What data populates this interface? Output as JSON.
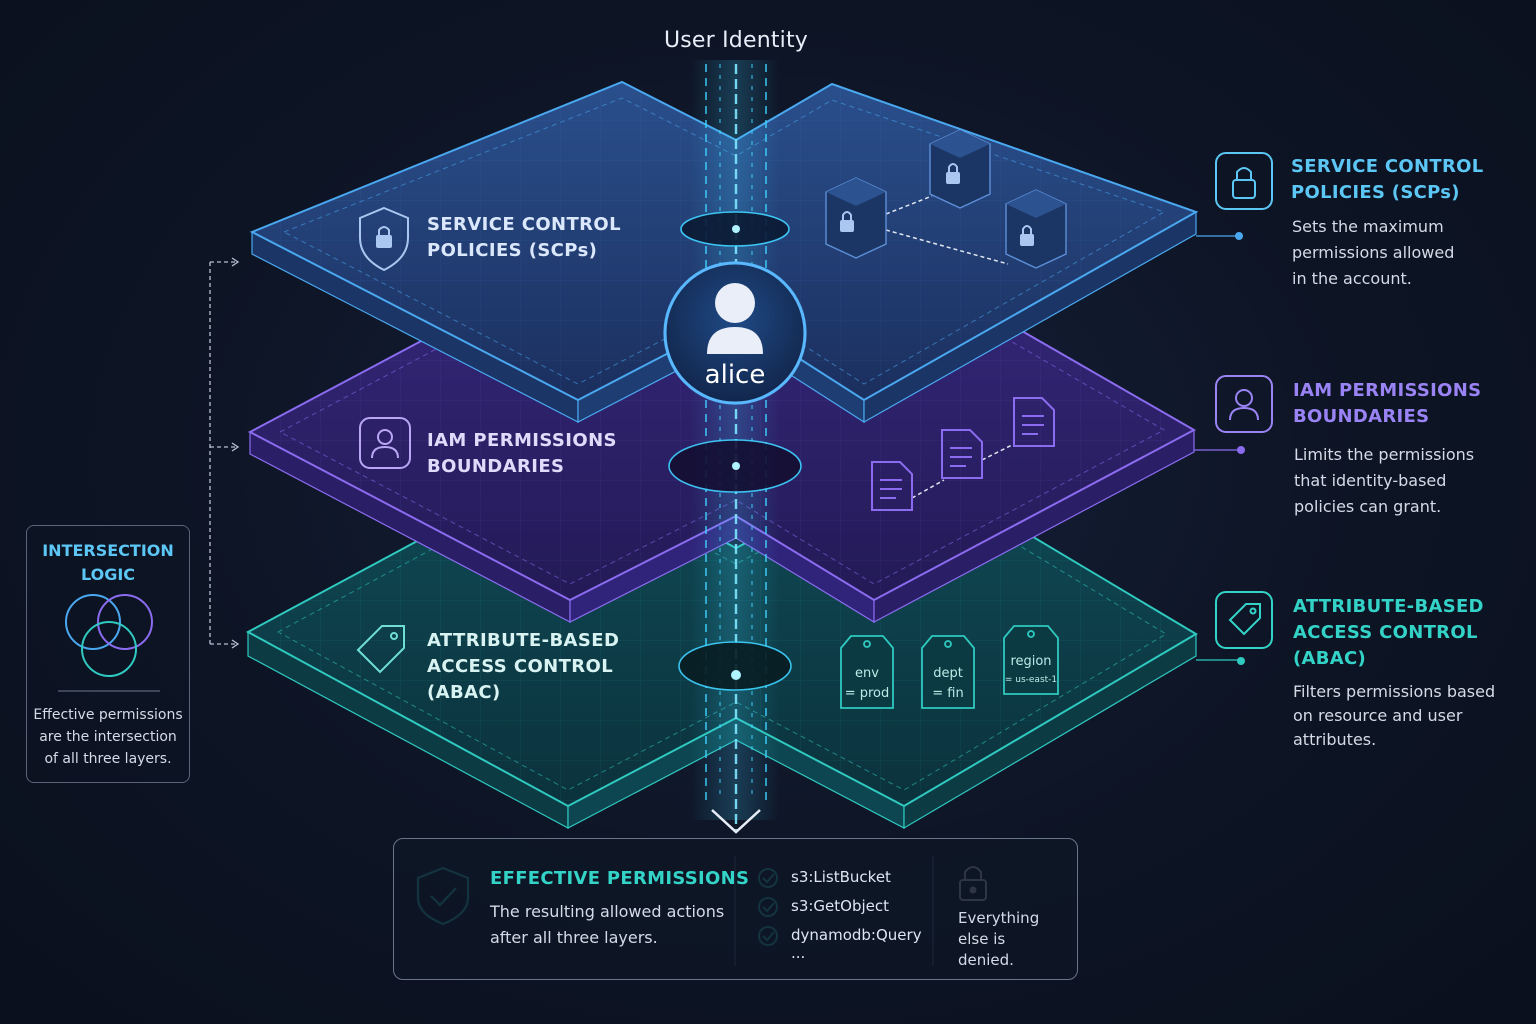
{
  "title": "User Identity",
  "user": {
    "name": "alice"
  },
  "layers": {
    "scp": {
      "label_lines": [
        "SERVICE CONTROL",
        "POLICIES (SCPs)"
      ]
    },
    "iam": {
      "label_lines": [
        "IAM PERMISSIONS",
        "BOUNDARIES"
      ]
    },
    "abac": {
      "label_lines": [
        "ATTRIBUTE-BASED",
        "ACCESS CONTROL",
        "(ABAC)"
      ]
    }
  },
  "abac_tags": [
    {
      "key": "env",
      "value": "= prod"
    },
    {
      "key": "dept",
      "value": "= fin"
    },
    {
      "key": "region",
      "value": "= us-east-1"
    }
  ],
  "side_panel": {
    "scp": {
      "title_lines": [
        "SERVICE CONTROL",
        "POLICIES (SCPs)"
      ],
      "desc_lines": [
        "Sets the maximum",
        "permissions allowed",
        "in the account."
      ]
    },
    "iam": {
      "title_lines": [
        "IAM PERMISSIONS",
        "BOUNDARIES"
      ],
      "desc_lines": [
        "Limits the permissions",
        "that identity-based",
        "policies can grant."
      ]
    },
    "abac": {
      "title_lines": [
        "ATTRIBUTE-BASED",
        "ACCESS CONTROL",
        "(ABAC)"
      ],
      "desc_lines": [
        "Filters permissions based",
        "on resource and user",
        "attributes."
      ]
    }
  },
  "intersection": {
    "title_lines": [
      "INTERSECTION",
      "LOGIC"
    ],
    "desc_lines": [
      "Effective permissions",
      "are the intersection",
      "of all three layers."
    ]
  },
  "effective": {
    "title": "EFFECTIVE PERMISSIONS",
    "desc_lines": [
      "The resulting allowed actions",
      "after all three layers."
    ],
    "actions": [
      "s3:ListBucket",
      "s3:GetObject",
      "dynamodb:Query"
    ],
    "more": "...",
    "deny_lines": [
      "Everything",
      "else is",
      "denied."
    ]
  },
  "colors": {
    "scp": "#4aa8f0",
    "iam": "#8b6cf0",
    "abac": "#2fc9c0",
    "beam": "#3fd2ff",
    "background": "#0d1424"
  },
  "icons": {
    "scp": "shield-lock-icon",
    "iam": "user-icon",
    "abac": "tag-icon",
    "effective": "shield-check-icon",
    "deny": "lock-icon",
    "resource": "lock-cube-icon",
    "policy": "document-icon",
    "check": "check-circle-icon"
  }
}
